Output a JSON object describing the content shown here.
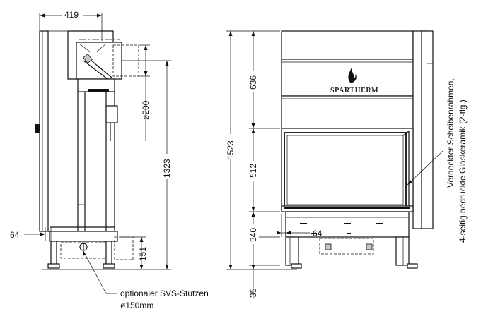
{
  "drawing": {
    "dimensions": {
      "side_depth": "419",
      "flue_diameter": "ø200",
      "flue_height": "1323",
      "foot_offset": "64",
      "svs_height": "151",
      "total_height": "1523",
      "upper_panel": "636",
      "door_height": "512",
      "base_height": "340",
      "base_inset": "64",
      "leg_height": "35"
    },
    "logo_text": "SPARTHERM",
    "note_frame_line1": "Verdeckter Scheibenrahmen,",
    "note_frame_line2": "4-seitig bedruckte Glaskeramik (2-tlg.)",
    "note_svs_line1": "optionaler SVS-Stutzen",
    "note_svs_line2": "ø150mm"
  }
}
